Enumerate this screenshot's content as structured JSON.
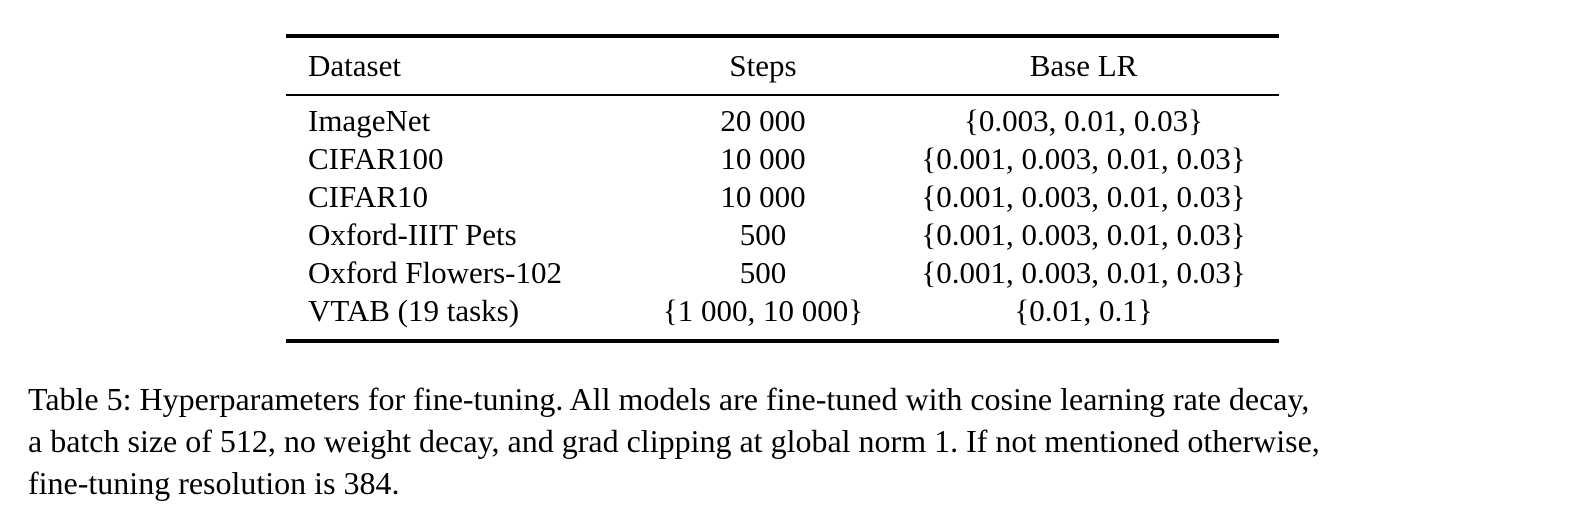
{
  "table": {
    "headers": [
      "Dataset",
      "Steps",
      "Base LR"
    ],
    "rows": [
      [
        "ImageNet",
        "20 000",
        "{0.003, 0.01, 0.03}"
      ],
      [
        "CIFAR100",
        "10 000",
        "{0.001, 0.003, 0.01, 0.03}"
      ],
      [
        "CIFAR10",
        "10 000",
        "{0.001, 0.003, 0.01, 0.03}"
      ],
      [
        "Oxford-IIIT Pets",
        "500",
        "{0.001, 0.003, 0.01, 0.03}"
      ],
      [
        "Oxford Flowers-102",
        "500",
        "{0.001, 0.003, 0.01, 0.03}"
      ],
      [
        "VTAB (19 tasks)",
        "{1 000, 10 000}",
        "{0.01, 0.1}"
      ]
    ]
  },
  "caption": {
    "line1": "Table 5: Hyperparameters for fine-tuning. All models are fine-tuned with cosine learning rate decay,",
    "line2": "a batch size of 512, no weight decay, and grad clipping at global norm 1. If not mentioned otherwise,",
    "line3": "fine-tuning resolution is 384."
  }
}
